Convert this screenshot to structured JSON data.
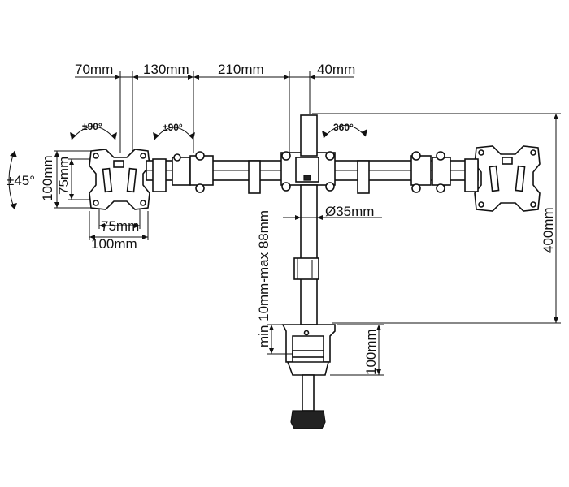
{
  "dimensions": {
    "top_70": "70mm",
    "top_130": "130mm",
    "top_210": "210mm",
    "top_40": "40mm",
    "tilt_left": "±90°",
    "tilt_mid": "±90°",
    "swivel": "360°",
    "tilt_45": "±45°",
    "v_100": "100mm",
    "v_75": "75mm",
    "h_75": "75mm",
    "h_100": "100mm",
    "pole": "Ø35mm",
    "height_400": "400mm",
    "clamp_range": "min 10mm-max 88mm",
    "clamp_100": "100mm"
  },
  "colors": {
    "line": "#111111",
    "background": "#ffffff"
  }
}
